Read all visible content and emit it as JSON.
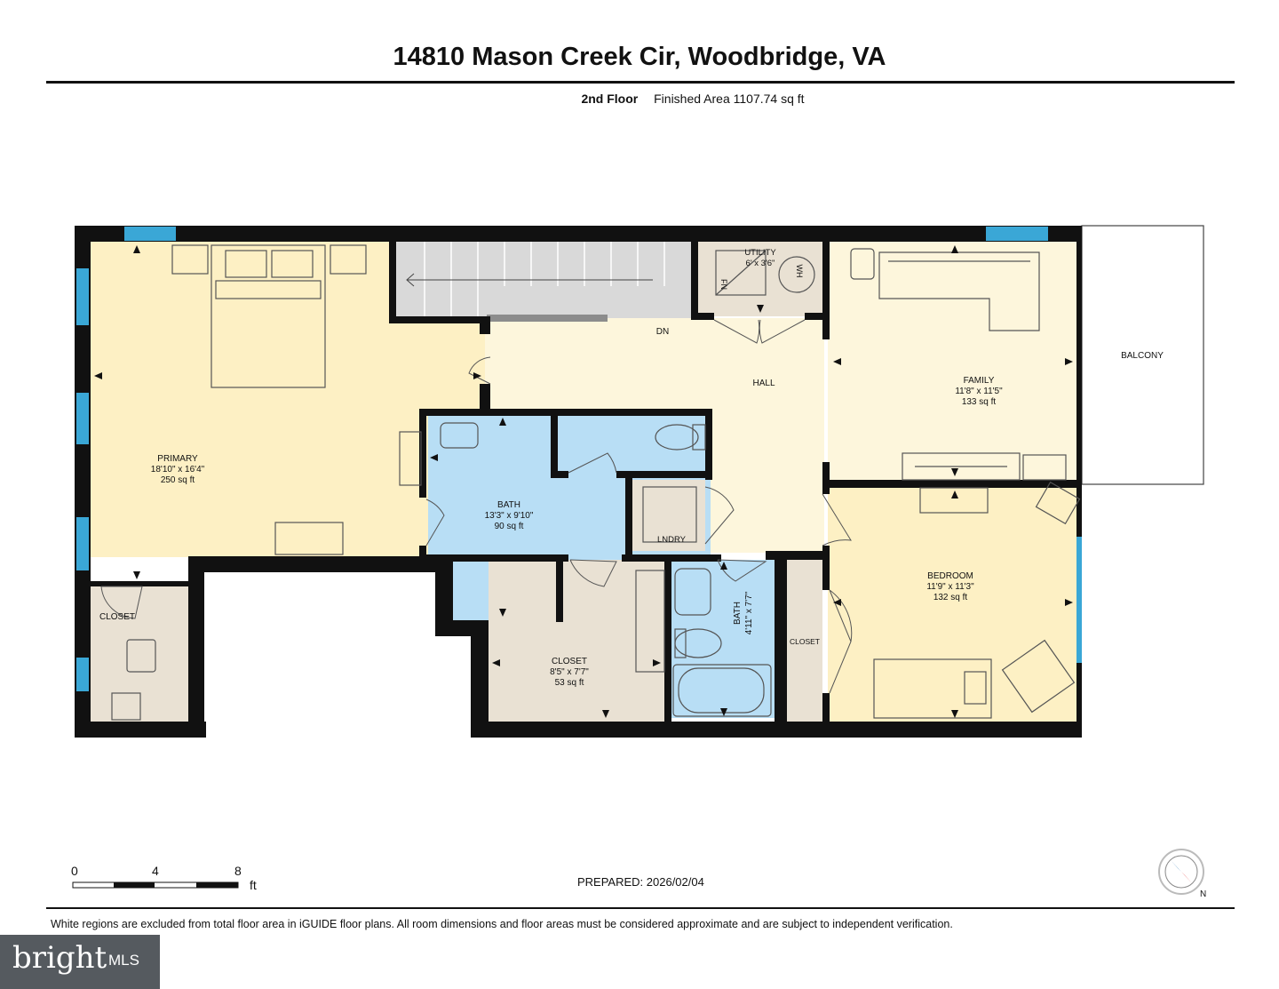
{
  "header": {
    "title": "14810 Mason Creek Cir, Woodbridge, VA",
    "floor_label": "2nd Floor",
    "area_label": "Finished Area 1107.74 sq ft"
  },
  "rooms": {
    "primary": {
      "name": "PRIMARY",
      "dims": "18'10\" x 16'4\"",
      "area": "250 sq ft"
    },
    "closet_primary": {
      "name": "CLOSET"
    },
    "stairs": {
      "label": "DN"
    },
    "utility": {
      "name": "UTILITY",
      "dims": "6' x 3'6\"",
      "fn": "FN",
      "wh": "WH"
    },
    "hall": {
      "name": "HALL"
    },
    "family": {
      "name": "FAMILY",
      "dims": "11'8\" x 11'5\"",
      "area": "133 sq ft"
    },
    "balcony": {
      "name": "BALCONY"
    },
    "bath_main": {
      "name": "BATH",
      "dims": "13'3\" x 9'10\"",
      "area": "90 sq ft"
    },
    "laundry": {
      "name": "LNDRY"
    },
    "closet_walkin": {
      "name": "CLOSET",
      "dims": "8'5\" x 7'7\"",
      "area": "53 sq ft"
    },
    "bath_small": {
      "name": "BATH",
      "dims": "4'11\" x 7'7\""
    },
    "closet_small": {
      "name": "CLOSET"
    },
    "bedroom": {
      "name": "BEDROOM",
      "dims": "11'9\" x 11'3\"",
      "area": "132 sq ft"
    }
  },
  "scale": {
    "ticks": [
      "0",
      "4",
      "8"
    ],
    "unit": "ft"
  },
  "compass": {
    "north": "N"
  },
  "footer": {
    "prepared": "PREPARED: 2026/02/04",
    "disclaimer": "White regions are excluded from total floor area in iGUIDE floor plans. All room dimensions and floor areas must be considered approximate and are subject to independent verification.",
    "logo_word": "bright",
    "logo_mls": "MLS"
  },
  "colors": {
    "primary_fill": "#fdf0c4",
    "hall_fill": "#fdf6dc",
    "bath_fill": "#b8def5",
    "closet_fill": "#e9e1d3",
    "stairs_fill": "#d9d9d9",
    "window": "#3aa7d6",
    "wall": "#111111"
  }
}
